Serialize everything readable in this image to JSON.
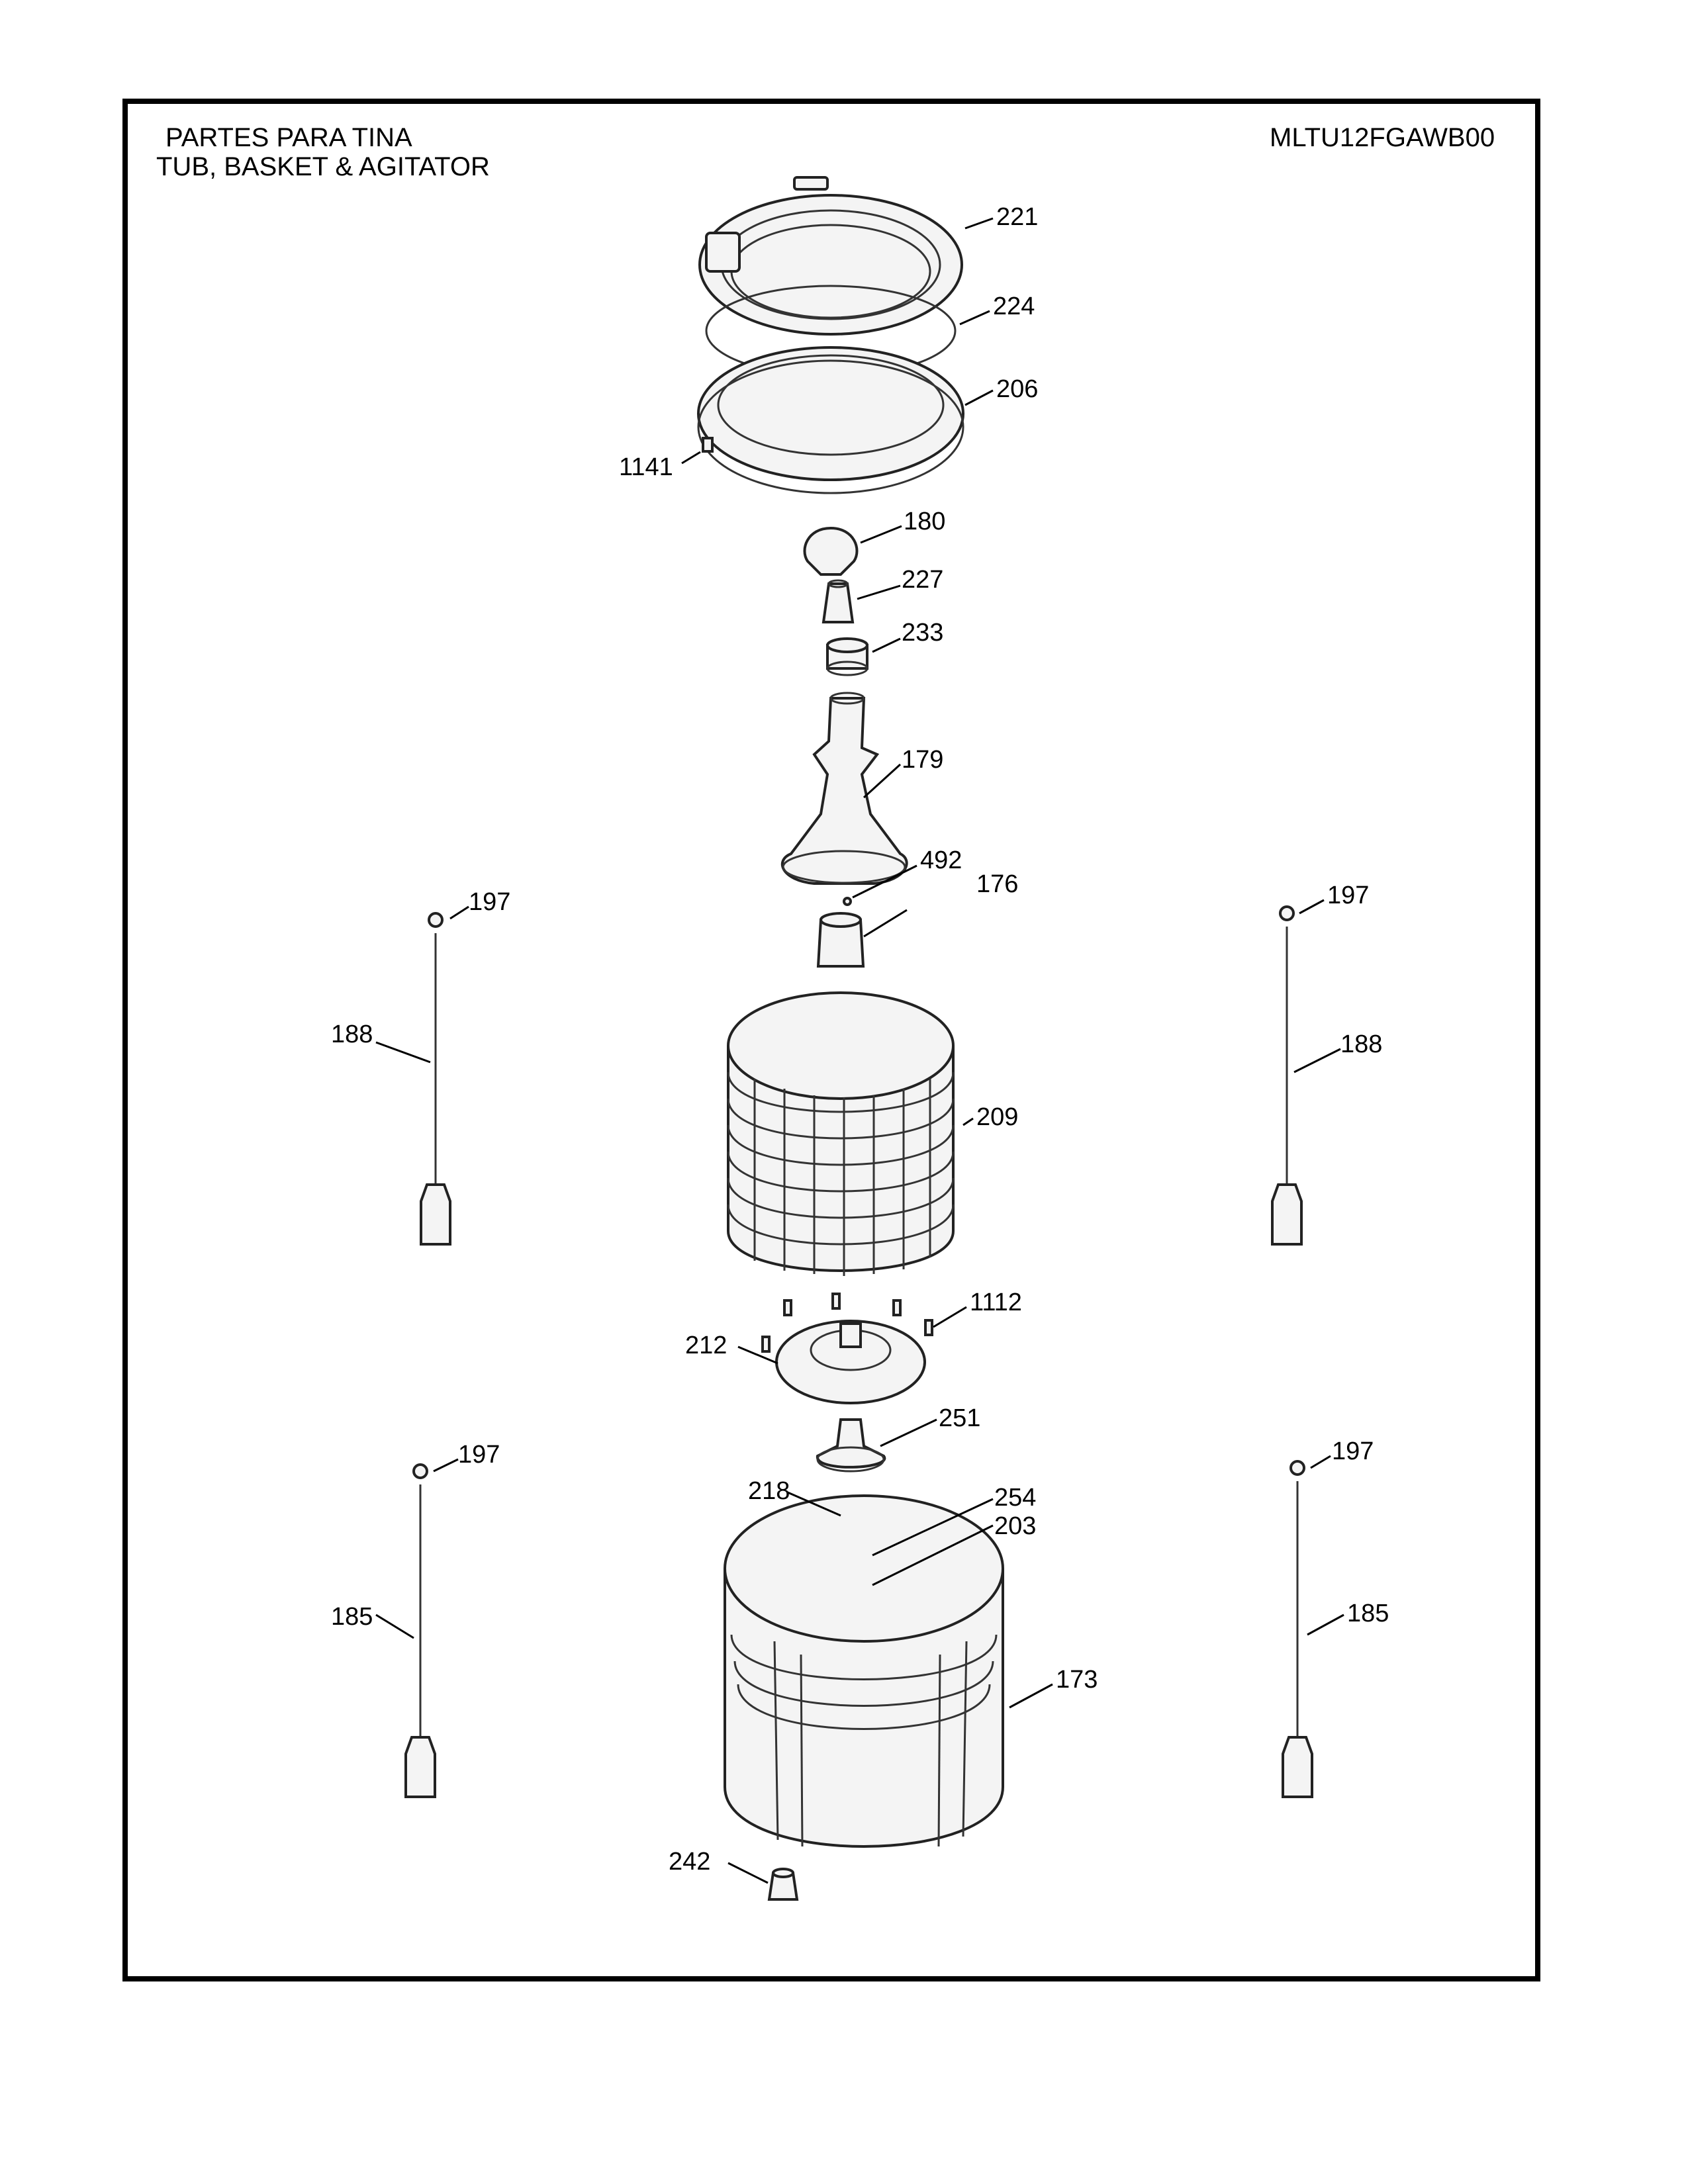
{
  "header": {
    "title_es": "PARTES PARA TINA",
    "title_en": "TUB, BASKET & AGITATOR",
    "model": "MLTU12FGAWB00"
  },
  "callouts": {
    "p221": "221",
    "p224": "224",
    "p206": "206",
    "p1141": "1141",
    "p180": "180",
    "p227": "227",
    "p233": "233",
    "p179": "179",
    "p492": "492",
    "p176": "176",
    "p197_ul": "197",
    "p197_ur": "197",
    "p188_l": "188",
    "p188_r": "188",
    "p209": "209",
    "p1112": "1112",
    "p212": "212",
    "p251": "251",
    "p197_ll": "197",
    "p197_lr": "197",
    "p218": "218",
    "p254": "254",
    "p203": "203",
    "p185_l": "185",
    "p185_r": "185",
    "p173": "173",
    "p242": "242"
  }
}
